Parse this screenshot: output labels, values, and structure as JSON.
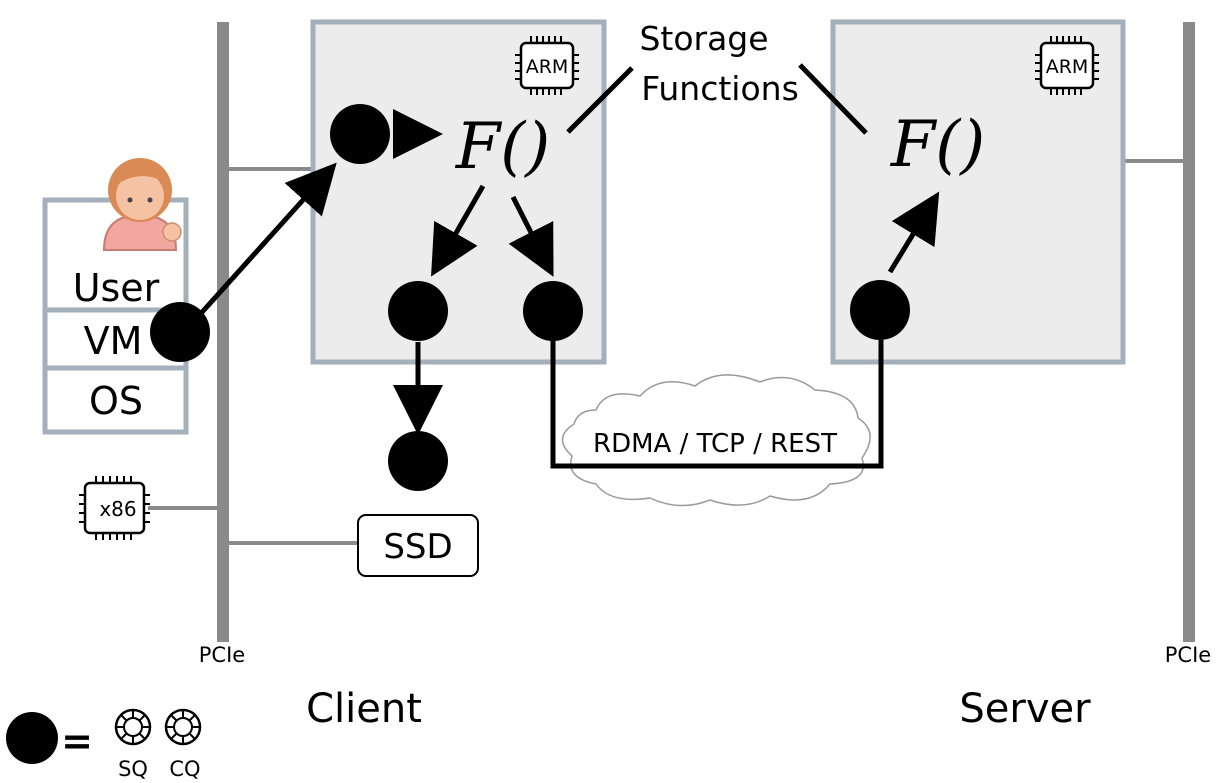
{
  "labels": {
    "storage_functions_line1": "Storage",
    "storage_functions_line2": "Functions",
    "function_client": "F()",
    "function_server": "F()",
    "arm_client": "ARM",
    "arm_server": "ARM",
    "x86": "x86",
    "user": "User",
    "vm": "VM",
    "os": "OS",
    "ssd": "SSD",
    "network": "RDMA / TCP / REST",
    "pcie_left": "PCIe",
    "pcie_right": "PCIe",
    "client": "Client",
    "server": "Server",
    "legend_equals": "=",
    "legend_sq": "SQ",
    "legend_cq": "CQ"
  },
  "icons": {
    "user": "user-avatar-icon",
    "chip": "chip-icon",
    "cloud": "cloud-icon",
    "queue": "queue-ring-icon"
  },
  "colors": {
    "bus": "#8a8a8a",
    "box_fill": "#ececec",
    "box_stroke": "#a3afbb",
    "node": "#000000",
    "skin": "#f6c2a4",
    "hair": "#d98a55",
    "shirt": "#f1a7a0"
  }
}
